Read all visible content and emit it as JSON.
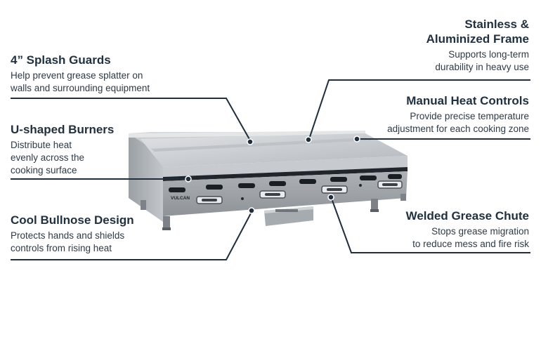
{
  "features": {
    "splash_guards": {
      "title": "4” Splash Guards",
      "desc_line1": "Help prevent grease splatter on",
      "desc_line2": "walls and surrounding equipment"
    },
    "u_burners": {
      "title": "U-shaped Burners",
      "desc_line1": "Distribute heat",
      "desc_line2": "evenly across the",
      "desc_line3": "cooking surface"
    },
    "bullnose": {
      "title": "Cool Bullnose Design",
      "desc_line1": "Protects hands and shields",
      "desc_line2": "controls from rising heat"
    },
    "frame": {
      "title_line1": "Stainless &",
      "title_line2": "Aluminized Frame",
      "desc_line1": "Supports long-term",
      "desc_line2": "durability in heavy use"
    },
    "heat_controls": {
      "title": "Manual Heat Controls",
      "desc_line1": "Provide precise temperature",
      "desc_line2": "adjustment for each cooking zone"
    },
    "grease_chute": {
      "title": "Welded Grease Chute",
      "desc_line1": "Stops grease migration",
      "desc_line2": "to reduce mess and fire risk"
    }
  },
  "product": {
    "brand_label": "VULCAN"
  },
  "colors": {
    "heading": "#22313f",
    "callout_line": "#1f2d3d",
    "steel": "#b8bcc0"
  }
}
